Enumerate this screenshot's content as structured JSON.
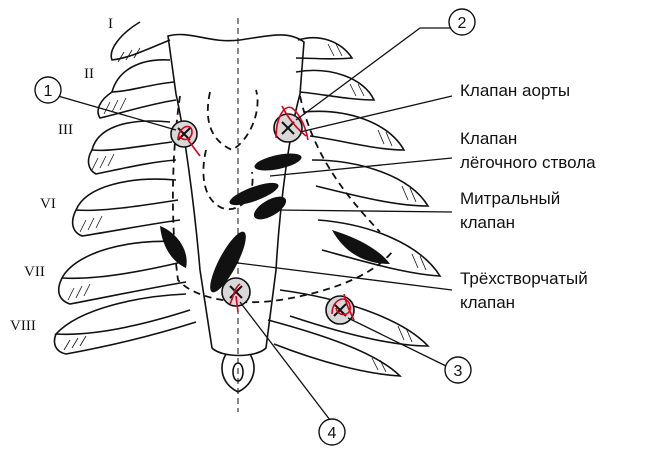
{
  "rib_labels": [
    "I",
    "II",
    "III",
    "VI",
    "VII",
    "VIII"
  ],
  "point_numbers": [
    "1",
    "2",
    "3",
    "4"
  ],
  "valve_labels": {
    "aorta": "Клапан аорты",
    "pulmonary_line1": "Клапан",
    "pulmonary_line2": "лёгочного ствола",
    "mitral_line1": "Митральный",
    "mitral_line2": "клапан",
    "tricuspid_line1": "Трёхстворчатый",
    "tricuspid_line2": "клапан"
  },
  "colors": {
    "ink": "#111111",
    "annotation": "#d9001b",
    "marker_fill": "#d8d8d8"
  }
}
